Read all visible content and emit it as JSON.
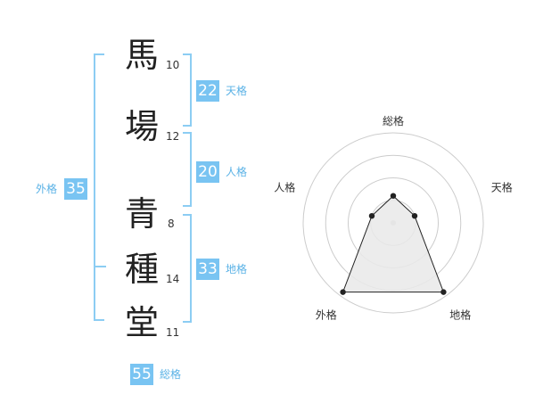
{
  "name_chars": [
    {
      "char": "馬",
      "strokes": "10"
    },
    {
      "char": "場",
      "strokes": "12"
    },
    {
      "char": "青",
      "strokes": "8"
    },
    {
      "char": "種",
      "strokes": "14"
    },
    {
      "char": "堂",
      "strokes": "11"
    }
  ],
  "fortune": {
    "tenkaku": {
      "label": "天格",
      "value": "22"
    },
    "jinkaku": {
      "label": "人格",
      "value": "20"
    },
    "chikaku": {
      "label": "地格",
      "value": "33"
    },
    "gaikaku": {
      "label": "外格",
      "value": "35"
    },
    "soukaku": {
      "label": "総格",
      "value": "55"
    }
  },
  "colors": {
    "accent": "#79c4f2",
    "bracket": "#8ccdf3",
    "radar_fill": "#e9e9e9"
  },
  "chart_data": {
    "type": "radar",
    "axes": [
      "総格",
      "天格",
      "地格",
      "外格",
      "人格"
    ],
    "values": [
      0.3,
      0.25,
      0.95,
      0.95,
      0.25
    ],
    "max": 1,
    "rings": 4
  }
}
